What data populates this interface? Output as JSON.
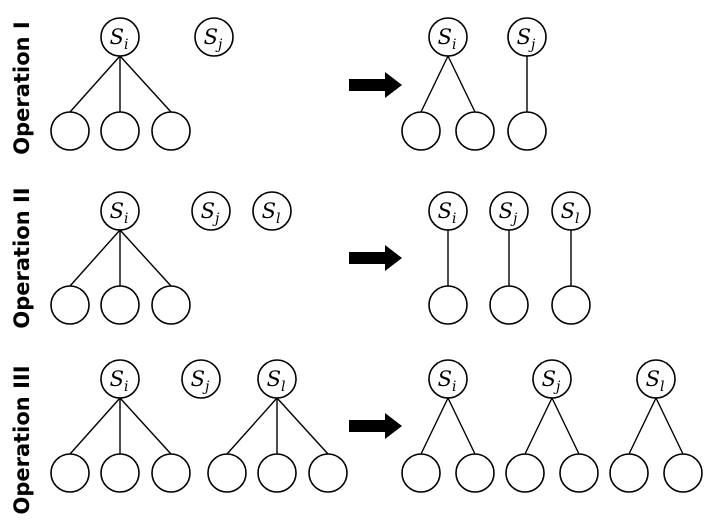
{
  "operations": [
    {
      "title": "Operation I",
      "before": [
        {
          "label": "S",
          "sub": "i",
          "children": 3
        },
        {
          "label": "S",
          "sub": "j",
          "children": 0
        }
      ],
      "after": [
        {
          "label": "S",
          "sub": "i",
          "children": 2
        },
        {
          "label": "S",
          "sub": "j",
          "children": 1
        }
      ]
    },
    {
      "title": "Operation II",
      "before": [
        {
          "label": "S",
          "sub": "i",
          "children": 3
        },
        {
          "label": "S",
          "sub": "j",
          "children": 0
        },
        {
          "label": "S",
          "sub": "l",
          "children": 0
        }
      ],
      "after": [
        {
          "label": "S",
          "sub": "i",
          "children": 1
        },
        {
          "label": "S",
          "sub": "j",
          "children": 1
        },
        {
          "label": "S",
          "sub": "l",
          "children": 1
        }
      ]
    },
    {
      "title": "Operation III",
      "before": [
        {
          "label": "S",
          "sub": "i",
          "children": 3
        },
        {
          "label": "S",
          "sub": "j",
          "children": 0
        },
        {
          "label": "S",
          "sub": "l",
          "children": 3
        }
      ],
      "after": [
        {
          "label": "S",
          "sub": "i",
          "children": 2
        },
        {
          "label": "S",
          "sub": "j",
          "children": 2
        },
        {
          "label": "S",
          "sub": "l",
          "children": 2
        }
      ]
    }
  ],
  "colors": {
    "stroke": "#000000",
    "fill": "#ffffff"
  }
}
